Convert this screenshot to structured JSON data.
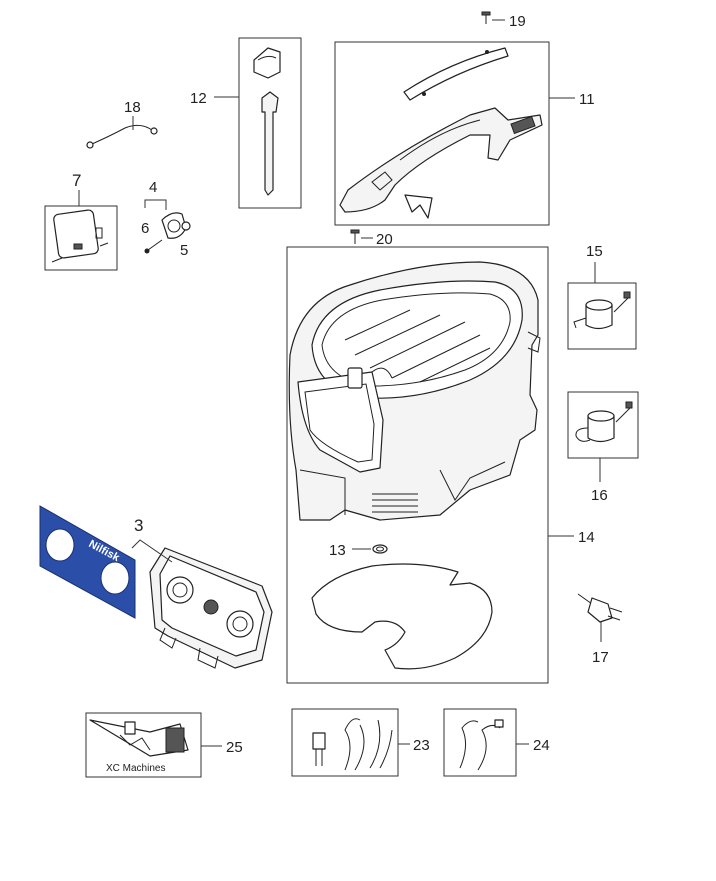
{
  "labels": {
    "p3": "3",
    "p4": "4",
    "p5": "5",
    "p6": "6",
    "p7": "7",
    "p11": "11",
    "p12": "12",
    "p13": "13",
    "p14": "14",
    "p15": "15",
    "p16": "16",
    "p17": "17",
    "p18": "18",
    "p19": "19",
    "p20": "20",
    "p23": "23",
    "p24": "24",
    "p25": "25"
  },
  "captions": {
    "xc_machines": "XC Machines"
  },
  "decal_brand": "Nilfisk",
  "colors": {
    "decal_blue": "#2b4fa8",
    "line": "#222222"
  }
}
